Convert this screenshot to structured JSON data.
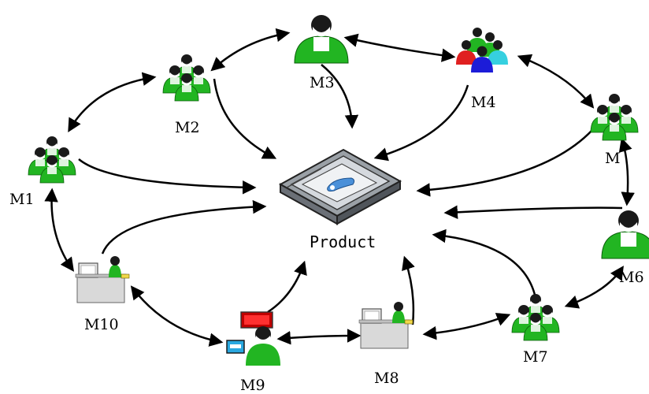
{
  "nodes": {
    "m1": {
      "label": "M1",
      "icon": "group-icon"
    },
    "m2": {
      "label": "M2",
      "icon": "group-icon"
    },
    "m3": {
      "label": "M3",
      "icon": "person-icon"
    },
    "m4": {
      "label": "M4",
      "icon": "colored-group-icon"
    },
    "m5": {
      "label": "M",
      "icon": "group-icon"
    },
    "m6": {
      "label": "M6",
      "icon": "person-icon"
    },
    "m7": {
      "label": "M7",
      "icon": "group-icon"
    },
    "m8": {
      "label": "M8",
      "icon": "workstation-icon"
    },
    "m9": {
      "label": "M9",
      "icon": "devices-person-icon"
    },
    "m10": {
      "label": "M10",
      "icon": "workstation-icon"
    }
  },
  "product": {
    "label": "Product",
    "icon": "product-device-icon"
  },
  "colors": {
    "person_green": "#22b522",
    "person_dark": "#1a1a1a",
    "arrow": "#000000"
  }
}
